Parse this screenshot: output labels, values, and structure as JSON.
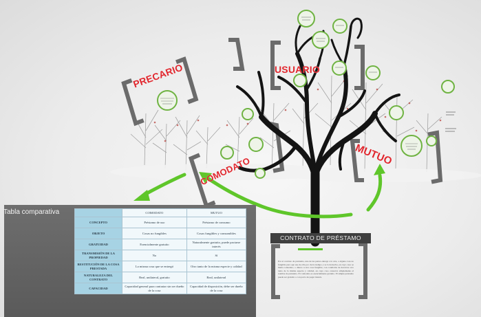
{
  "labels": {
    "precario": "PRECARIO",
    "usuario": "USUARIO",
    "comodato": "COMODATO",
    "mutuo": "MUTUO"
  },
  "table": {
    "title": "Tabla comparativa",
    "headers": [
      "",
      "COMODATO",
      "MUTUO"
    ],
    "rows": [
      {
        "label": "CONCEPTO",
        "values": [
          "Préstamo de uso",
          "Préstamo de consumo"
        ]
      },
      {
        "label": "OBJETO",
        "values": [
          "Cosas no fungibles",
          "Cosas fungibles y consumibles"
        ]
      },
      {
        "label": "GRATUIDAD",
        "values": [
          "Esencialmente gratuito",
          "Naturalmente gratuito, puede pactarse interés"
        ]
      },
      {
        "label": "TRANSMISIÓN DE LA PROPIEDAD",
        "values": [
          "No",
          "Sí"
        ]
      },
      {
        "label": "RESTITUCIÓN DE LA COSA PRESTADA",
        "values": [
          "La misma cosa que se entregó",
          "Otro tanto de la misma especie y calidad"
        ]
      },
      {
        "label": "NATURALEZA DEL CONTRATO",
        "values": [
          "Real, unilateral, gratuito",
          "Real, unilateral"
        ]
      },
      {
        "label": "CAPACIDAD",
        "values": [
          "Capacidad general para contratar sin ser dueño de la cosa",
          "Capacidad de disposición, debe ser dueño de la cosa"
        ]
      }
    ]
  },
  "contrato": {
    "title": "CONTRATO DE PRÉSTAMO",
    "subtitle": "Concepto y clases",
    "body": "Por el contrato de préstamo, una de las partes entrega a la otra, o alguna cosa no fungible para que use de ella por cierto tiempo y se la devuelva, en cuyo caso se llama comodato; o dinero u otra cosa fungible, con condición de devolver otro tanto de la misma especie y calidad, en cuyo caso conserva simplemente el nombre de préstamo. El comodato es esencialmente gratuito. El simple préstamo puede ser gratuito o con pacto de pagar interés."
  },
  "colors": {
    "accent_green": "#5fc62a",
    "label_red": "#e1262d",
    "tree_black": "#141414",
    "panel_grey": "#5f5f5f",
    "table_header_blue": "#a7d3e4"
  }
}
